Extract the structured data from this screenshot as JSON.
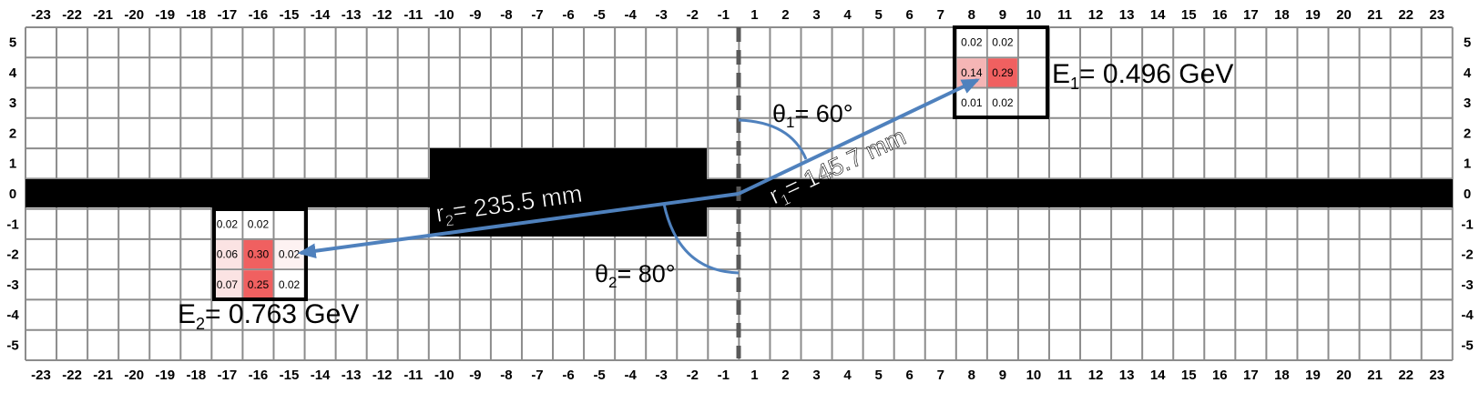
{
  "x_labels": [
    "-23",
    "-22",
    "-21",
    "-20",
    "-19",
    "-18",
    "-17",
    "-16",
    "-15",
    "-14",
    "-13",
    "-12",
    "-11",
    "-10",
    "-9",
    "-8",
    "-7",
    "-6",
    "-5",
    "-4",
    "-3",
    "-2",
    "-1",
    "1",
    "2",
    "3",
    "4",
    "5",
    "6",
    "7",
    "8",
    "9",
    "10",
    "11",
    "12",
    "13",
    "14",
    "15",
    "16",
    "17",
    "18",
    "19",
    "20",
    "21",
    "22",
    "23"
  ],
  "y_labels": [
    "5",
    "4",
    "3",
    "2",
    "1",
    "0",
    "-1",
    "-2",
    "-3",
    "-4",
    "-5"
  ],
  "colors": {
    "grid": "#8c8c8c",
    "beam": "#000000",
    "arrow": "#4f81bd",
    "dashed_axis": "#595959",
    "heat_high": "#f06060",
    "heat_mid": "#f5b5b5",
    "heat_low": "#fbe3e3",
    "heat_faint": "#fdf2f2"
  },
  "clusters": [
    {
      "id": "cluster-1",
      "energy_prefix": "E",
      "energy_sub": "1",
      "energy_value": "= 0.496 GeV",
      "cells": [
        {
          "col": "8",
          "row": "5",
          "value": "0.02",
          "level": "none"
        },
        {
          "col": "9",
          "row": "5",
          "value": "0.02",
          "level": "none"
        },
        {
          "col": "8",
          "row": "4",
          "value": "0.14",
          "level": "mid"
        },
        {
          "col": "9",
          "row": "4",
          "value": "0.29",
          "level": "high"
        },
        {
          "col": "8",
          "row": "3",
          "value": "0.01",
          "level": "none"
        },
        {
          "col": "9",
          "row": "3",
          "value": "0.02",
          "level": "none"
        }
      ]
    },
    {
      "id": "cluster-2",
      "energy_prefix": "E",
      "energy_sub": "2",
      "energy_value": "= 0.763 GeV",
      "cells": [
        {
          "col": "-17",
          "row": "-1",
          "value": "0.02",
          "level": "none"
        },
        {
          "col": "-16",
          "row": "-1",
          "value": "0.02",
          "level": "none"
        },
        {
          "col": "-17",
          "row": "-2",
          "value": "0.06",
          "level": "low"
        },
        {
          "col": "-16",
          "row": "-2",
          "value": "0.30",
          "level": "high"
        },
        {
          "col": "-15",
          "row": "-2",
          "value": "0.02",
          "level": "faint"
        },
        {
          "col": "-17",
          "row": "-3",
          "value": "0.07",
          "level": "low"
        },
        {
          "col": "-16",
          "row": "-3",
          "value": "0.25",
          "level": "high"
        },
        {
          "col": "-15",
          "row": "-3",
          "value": "0.02",
          "level": "none"
        }
      ]
    }
  ],
  "annotations": {
    "theta1": {
      "symbol": "θ",
      "sub": "1",
      "value": "= 60°"
    },
    "theta2": {
      "symbol": "θ",
      "sub": "2",
      "value": "= 80°"
    },
    "r1": {
      "symbol": "r",
      "sub": "1",
      "value": "= 145.7 mm"
    },
    "r2": {
      "symbol": "r",
      "sub": "2",
      "value": "= 235.5 mm"
    }
  }
}
